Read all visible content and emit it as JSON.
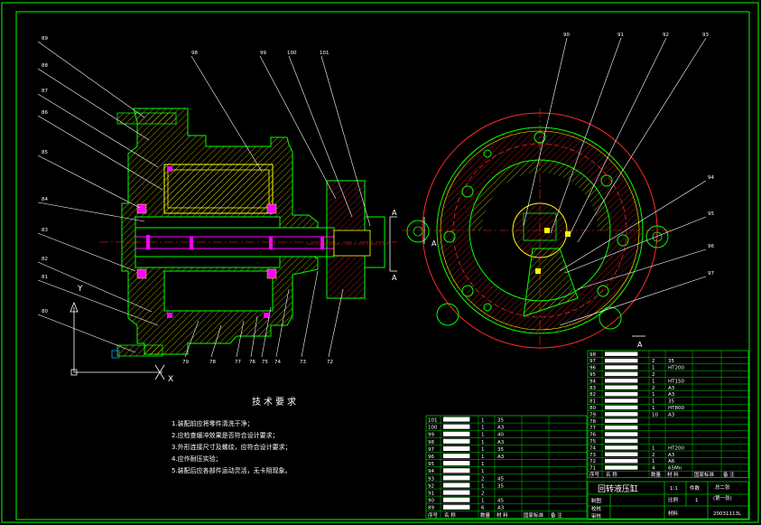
{
  "drawing": {
    "left_labels": [
      "89",
      "88",
      "87",
      "86",
      "85",
      "84",
      "83",
      "82",
      "81",
      "80"
    ],
    "top_labels": [
      "98",
      "99",
      "100",
      "101"
    ],
    "bottom_labels": [
      "79",
      "78",
      "77",
      "76",
      "75",
      "74",
      "73",
      "72"
    ],
    "right_top_labels": [
      "90",
      "91",
      "92",
      "93"
    ],
    "right_side_labels": [
      "94",
      "95",
      "96",
      "97"
    ],
    "section_mark": "A",
    "axis_y": "Y",
    "axis_x": "X"
  },
  "notes": {
    "title": "技术要求",
    "lines": [
      "1.装配前应将零件清洗干净；",
      "2.应检查缓冲效果是否符合设计要求；",
      "3.外形连接尺寸及螺纹，应符合设计要求；",
      "4.应作耐压实验；",
      "5.装配后应各部件运动灵活，无卡阻现象。"
    ]
  },
  "bom_left": [
    {
      "no": "101",
      "qty": "1",
      "mat": "35"
    },
    {
      "no": "100",
      "qty": "1",
      "mat": "A3"
    },
    {
      "no": "99",
      "qty": "1",
      "mat": "40"
    },
    {
      "no": "98",
      "qty": "1",
      "mat": "A3"
    },
    {
      "no": "97",
      "qty": "1",
      "mat": "35"
    },
    {
      "no": "96",
      "qty": "1",
      "mat": "A3"
    },
    {
      "no": "95",
      "qty": "1",
      "mat": ""
    },
    {
      "no": "94",
      "qty": "1",
      "mat": ""
    },
    {
      "no": "93",
      "qty": "2",
      "mat": "45"
    },
    {
      "no": "92",
      "qty": "1",
      "mat": "35"
    },
    {
      "no": "91",
      "qty": "2",
      "mat": ""
    },
    {
      "no": "90",
      "qty": "1",
      "mat": "45"
    },
    {
      "no": "89",
      "qty": "6",
      "mat": "A3"
    }
  ],
  "bom_right": [
    {
      "no": "98",
      "qty": "",
      "mat": ""
    },
    {
      "no": "97",
      "qty": "2",
      "mat": "35"
    },
    {
      "no": "96",
      "qty": "1",
      "mat": "HT200"
    },
    {
      "no": "95",
      "qty": "2",
      "mat": ""
    },
    {
      "no": "94",
      "qty": "1",
      "mat": "HT150"
    },
    {
      "no": "83",
      "qty": "2",
      "mat": "A3"
    },
    {
      "no": "82",
      "qty": "1",
      "mat": "A3"
    },
    {
      "no": "81",
      "qty": "1",
      "mat": "35"
    },
    {
      "no": "80",
      "qty": "1",
      "mat": "HT800"
    },
    {
      "no": "79",
      "qty": "10",
      "mat": "A3"
    },
    {
      "no": "78",
      "qty": "",
      "mat": ""
    },
    {
      "no": "77",
      "qty": "",
      "mat": ""
    },
    {
      "no": "76",
      "qty": "",
      "mat": ""
    },
    {
      "no": "75",
      "qty": "",
      "mat": ""
    },
    {
      "no": "74",
      "qty": "1",
      "mat": "HT200"
    },
    {
      "no": "73",
      "qty": "2",
      "mat": "A3"
    },
    {
      "no": "72",
      "qty": "1",
      "mat": "A6"
    },
    {
      "no": "71",
      "qty": "4",
      "mat": "65Mn"
    }
  ],
  "bom_header": {
    "no": "序号",
    "name": "名  称",
    "qty": "数量",
    "mat": "材 料",
    "std": "国家标准",
    "note": "备 注"
  },
  "title_block": {
    "title": "回转液压缸",
    "scale": "1:1",
    "sheets": "总二张",
    "sheet_no": "(第一张)",
    "code": "20031113L",
    "label_scale": "比例",
    "label_count": "件数",
    "label_material": "材料",
    "label_draw": "制图",
    "label_check": "校核",
    "label_approve": "审核",
    "qty_val": "1"
  }
}
